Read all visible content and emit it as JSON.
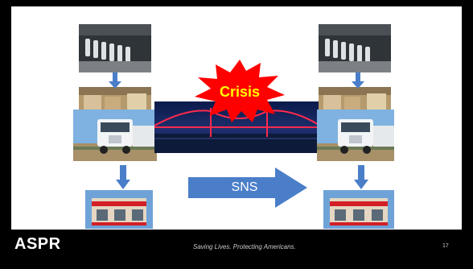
{
  "slide": {
    "crisis_label": "Crisis",
    "sns_label": "SNS",
    "page_number": "17"
  },
  "footer": {
    "logo_text": "ASPR",
    "tagline": "Saving Lives. Protecting Americans."
  },
  "images": {
    "factory_left": "factory-production-photo",
    "warehouse_left": "warehouse-pallets-photo",
    "truck_left": "semi-truck-photo",
    "store_left": "pharmacy-storefront-photo",
    "bridge": "illuminated-bridge-night-photo",
    "factory_right": "factory-production-photo",
    "warehouse_right": "warehouse-pallets-photo",
    "truck_right": "semi-truck-photo",
    "store_right": "pharmacy-storefront-photo"
  },
  "colors": {
    "arrow_blue": "#4a7ec9",
    "crisis_red": "#ff0000",
    "crisis_text": "#ffff00",
    "footer_bg": "#000000"
  }
}
